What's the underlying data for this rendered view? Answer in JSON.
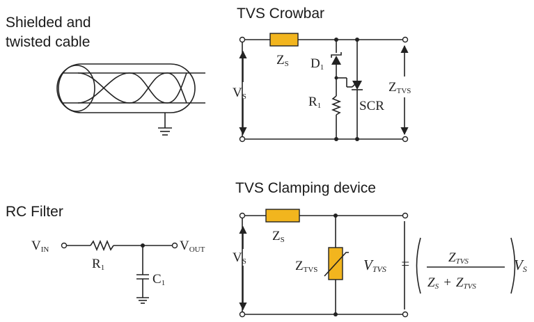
{
  "titles": {
    "cable_line1": "Shielded and",
    "cable_line2": "twisted cable",
    "crowbar": "TVS Crowbar",
    "clamping": "TVS Clamping device",
    "rc_filter": "RC Filter"
  },
  "crowbar": {
    "zs": "Z",
    "zs_sub": "S",
    "d1": "D",
    "d1_sub": "1",
    "r1": "R",
    "r1_sub": "1",
    "vs": "V",
    "vs_sub": "S",
    "scr": "SCR",
    "ztvs": "Z",
    "ztvs_sub": "TVS"
  },
  "clamping": {
    "zs": "Z",
    "zs_sub": "S",
    "vs": "V",
    "vs_sub": "S",
    "ztvs": "Z",
    "ztvs_sub": "TVS",
    "eq_lhs": "V",
    "eq_lhs_sub": "TVS",
    "eq_equals": "=",
    "eq_num": "Z",
    "eq_num_sub": "TVS",
    "eq_den1": "Z",
    "eq_den1_sub": "S",
    "eq_plus": "+",
    "eq_den2": "Z",
    "eq_den2_sub": "TVS",
    "eq_rhs": "V",
    "eq_rhs_sub": "S"
  },
  "rc": {
    "vin": "V",
    "vin_sub": "IN",
    "vout": "V",
    "vout_sub": "OUT",
    "r1": "R",
    "r1_sub": "1",
    "c1": "C",
    "c1_sub": "1"
  },
  "colors": {
    "component_fill": "#f2b51e",
    "wire": "#222222"
  }
}
